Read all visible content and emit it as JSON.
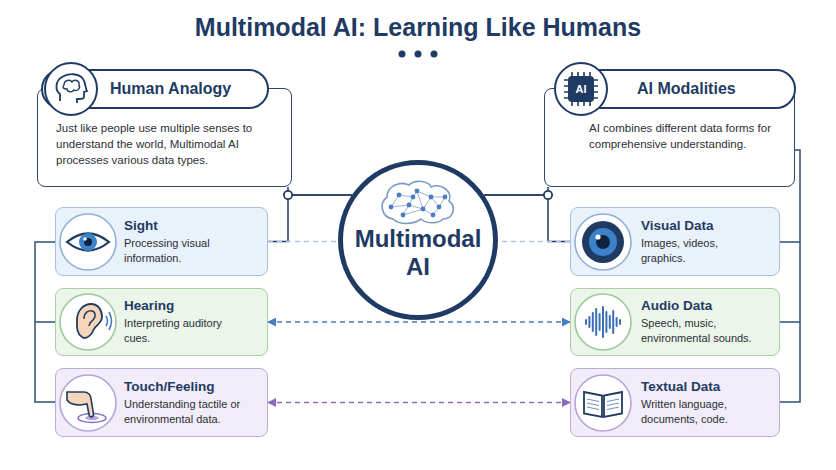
{
  "diagram": {
    "title": "Multimodal AI: Learning Like Humans",
    "nodes": [
      {
        "text": [
          "Human Analogy",
          "Just like people use multiple senses to understand the world, Multimodal AI processes various data types."
        ]
      },
      {
        "text": [
          "Multimodal AI"
        ]
      },
      {
        "text": [
          "AI Modalities",
          "AI combines different data forms for comprehensive understanding."
        ]
      },
      {
        "text": [
          "Sight",
          "Processing visual information."
        ]
      },
      {
        "text": [
          "Visual Data",
          "Images, videos, graphics."
        ]
      },
      {
        "text": [
          "Hearing",
          "Interpreting auditory cues."
        ]
      },
      {
        "text": [
          "Audio Data",
          "Speech, music, environmental sounds."
        ]
      },
      {
        "text": [
          "Touch/Feeling",
          "Understanding tactile or environmental data."
        ]
      },
      {
        "text": [
          "Textual Data",
          "Written language, documents, code."
        ]
      }
    ],
    "edges": [
      {
        "from": 0,
        "to": 1,
        "arrow": "none"
      },
      {
        "from": 1,
        "to": 2,
        "arrow": "none"
      },
      {
        "from": 3,
        "to": 1,
        "arrow": "none"
      },
      {
        "from": 1,
        "to": 4,
        "arrow": "none"
      },
      {
        "from": 3,
        "to": 4,
        "arrow": "none"
      },
      {
        "from": 5,
        "to": 6,
        "arrow": "both"
      },
      {
        "from": 7,
        "to": 8,
        "arrow": "both"
      }
    ],
    "labels": [
      "AI"
    ]
  }
}
